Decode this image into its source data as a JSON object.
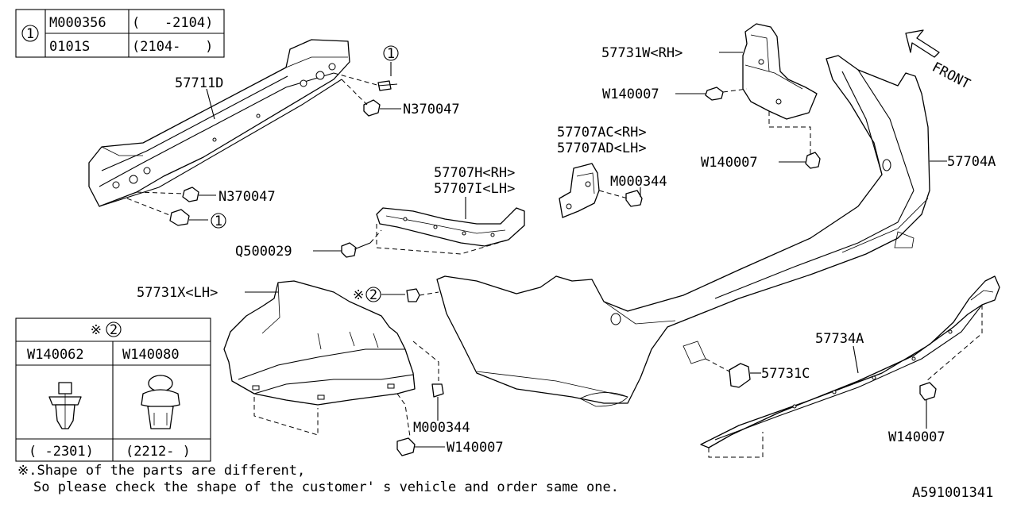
{
  "ref_table": {
    "key": "1",
    "rows": [
      {
        "part": "M000356",
        "range": "(   -2104)"
      },
      {
        "part": "0101S",
        "range": "(2104-   )"
      }
    ]
  },
  "clip_table": {
    "header_mark": "※",
    "header_key": "2",
    "columns": [
      {
        "part": "W140062",
        "range": "( -2301)"
      },
      {
        "part": "W140080",
        "range": "(2212- )"
      }
    ]
  },
  "labels": {
    "reinforcement": "57711D",
    "nut_upper": "N370047",
    "nut_lower": "N370047",
    "bolt_upper_key": "1",
    "bolt_lower_key": "1",
    "bracket_upper_rh": "57731W<RH>",
    "clip_w_upper": "W140007",
    "clip_w_mid": "W140007",
    "bumper_face": "57704A",
    "front_arrow": "FRONT",
    "side_bracket_rh": "57707AC<RH>",
    "side_bracket_lh": "57707AD<LH>",
    "screw_m_upper": "M000344",
    "rail_rh": "57707H<RH>",
    "rail_lh": "57707I<LH>",
    "screw_q": "Q500029",
    "bracket_lower_lh": "57731X<LH>",
    "clip_key_mark": "※",
    "clip_key": "2",
    "cover_c": "57731C",
    "lower_trim": "57734A",
    "screw_m_lower": "M000344",
    "clip_w_lower": "W140007",
    "clip_w_right": "W140007",
    "diagram_id": "A591001341"
  },
  "notes": {
    "line1": "※.Shape of the parts are different,",
    "line2": "So please check the shape of the customer' s vehicle and order same one."
  }
}
